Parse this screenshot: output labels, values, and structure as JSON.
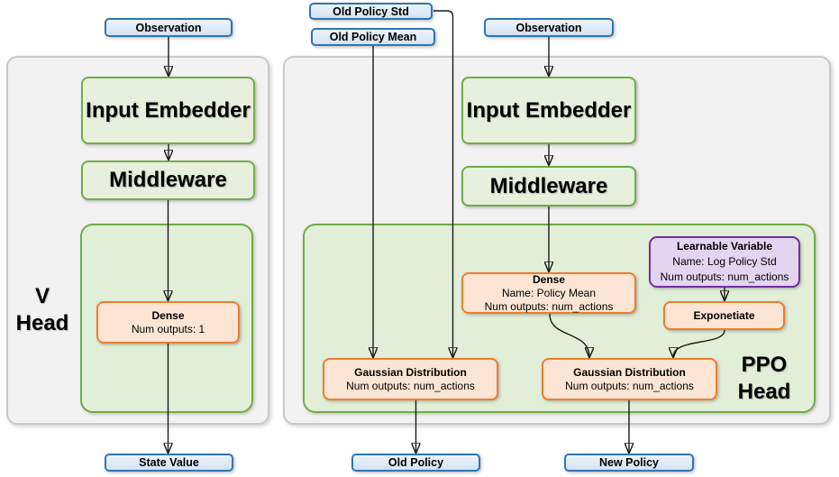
{
  "diagram": {
    "v": {
      "label1": "V",
      "label2": "Head",
      "observation": "Observation",
      "input_embedder": "Input Embedder",
      "middleware": "Middleware",
      "dense": {
        "title": "Dense",
        "outputs": "Num outputs: 1"
      },
      "output": "State Value"
    },
    "ppo": {
      "label1": "PPO",
      "label2": "Head",
      "old_policy_std": "Old Policy Std",
      "old_policy_mean": "Old Policy Mean",
      "observation": "Observation",
      "input_embedder": "Input Embedder",
      "middleware": "Middleware",
      "dense": {
        "title": "Dense",
        "name": "Name: Policy Mean",
        "outputs": "Num outputs: num_actions"
      },
      "learnable": {
        "title": "Learnable Variable",
        "name": "Name: Log Policy Std",
        "outputs": "Num outputs: num_actions"
      },
      "exponetiate": "Exponetiate",
      "gaussian_old": {
        "title": "Gaussian Distribution",
        "outputs": "Num outputs: num_actions"
      },
      "gaussian_new": {
        "title": "Gaussian Distribution",
        "outputs": "Num outputs: num_actions"
      },
      "output_old": "Old Policy",
      "output_new": "New Policy"
    },
    "colors": {
      "blue_border": "#2E75B6",
      "green_border": "#70AD47",
      "orange_border": "#ED7D31",
      "purple_border": "#7030A0",
      "panel_fill": "#F2F2F2",
      "green_fill": "#E7F0DC",
      "orange_fill": "#FCE5D4",
      "purple_fill": "#E3D4EF"
    }
  }
}
